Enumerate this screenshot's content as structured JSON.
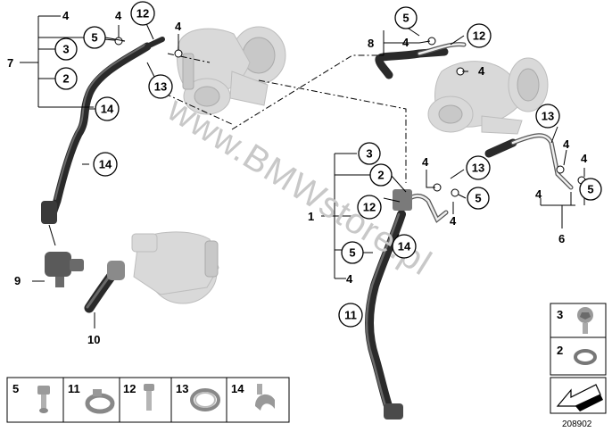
{
  "diagram": {
    "watermark": "www.BMWstore.pl",
    "reference_number": "208902",
    "callouts": {
      "c3a": "3",
      "c2a": "2",
      "c5a": "5",
      "c12a": "12",
      "c13a": "13",
      "c14a": "14",
      "c14b": "14",
      "c5b": "5",
      "c12b": "12",
      "c3b": "3",
      "c2b": "2",
      "c12c": "12",
      "c13b": "13",
      "c5c": "5",
      "c14c": "14",
      "c5d": "5",
      "c11": "11",
      "c13c": "13",
      "c5e": "5"
    },
    "plain_labels": {
      "p4a": "4",
      "p4b": "4",
      "p4c": "4",
      "p7": "7",
      "p4d": "4",
      "p4e": "4",
      "p8": "8",
      "p9": "9",
      "p10": "10",
      "p4f": "4",
      "p4g": "4",
      "p1": "1",
      "p4h": "4",
      "p4i": "4",
      "p4j": "4",
      "p4k": "4",
      "p6": "6"
    },
    "legend_bottom": [
      {
        "num": "5",
        "icon": "banjo-bolt-icon"
      },
      {
        "num": "11",
        "icon": "hose-clamp-icon"
      },
      {
        "num": "12",
        "icon": "screw-icon"
      },
      {
        "num": "13",
        "icon": "band-clamp-icon"
      },
      {
        "num": "14",
        "icon": "clip-icon"
      }
    ],
    "legend_right": [
      {
        "num": "3",
        "icon": "hex-bolt-icon"
      },
      {
        "num": "2",
        "icon": "sealing-ring-icon"
      }
    ]
  }
}
